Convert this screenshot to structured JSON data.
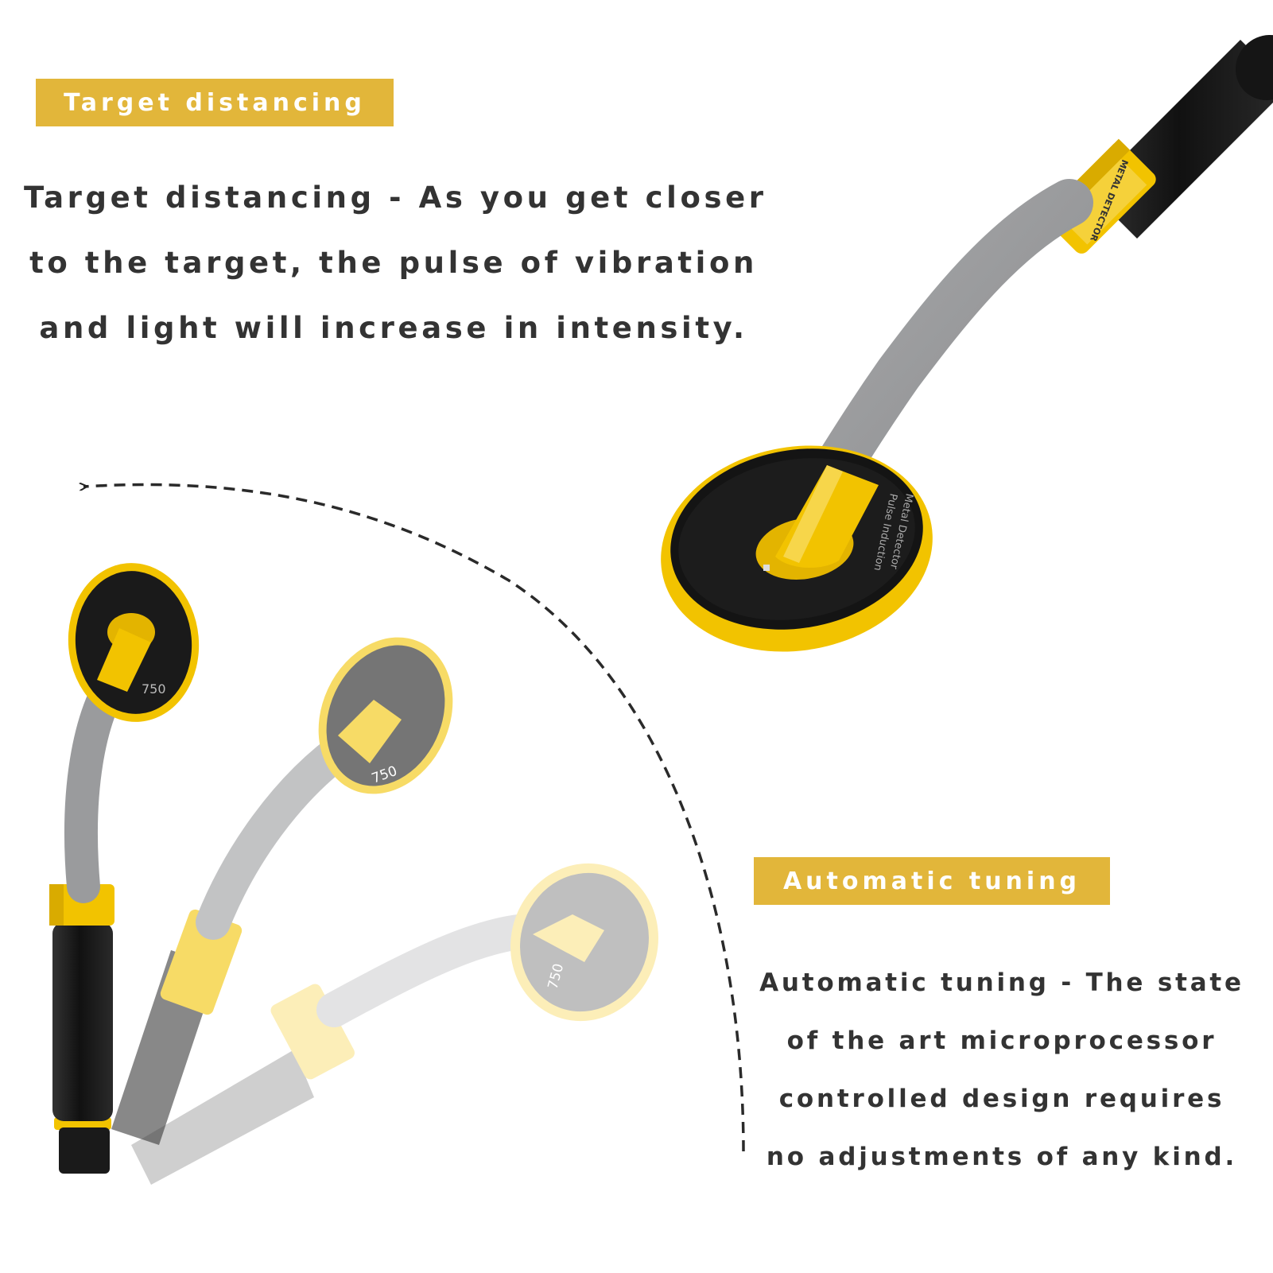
{
  "sections": [
    {
      "badge": "Target distancing",
      "lines": [
        "Target distancing - As you get closer",
        "to the target, the pulse of vibration",
        "and light will increase in intensity."
      ]
    },
    {
      "badge": "Automatic tuning",
      "lines": [
        "Automatic tuning - The state",
        "of the art microprocessor",
        "controlled design requires",
        "no adjustments of any kind."
      ]
    }
  ],
  "product": {
    "coil_label_lines": [
      "Pulse Induction",
      "Metal Detector"
    ],
    "coil_model": "750",
    "collar_label": "METAL DETECTOR"
  },
  "colors": {
    "badge_fill": "#e2b63a",
    "badge_text": "#ffffff",
    "body_text": "#333333",
    "yellow": "#f2c300",
    "shaft_gray": "#9a9b9d",
    "grip_black": "#1c1c1c"
  },
  "icons": [
    "dashed-arc-arrow-icon"
  ]
}
